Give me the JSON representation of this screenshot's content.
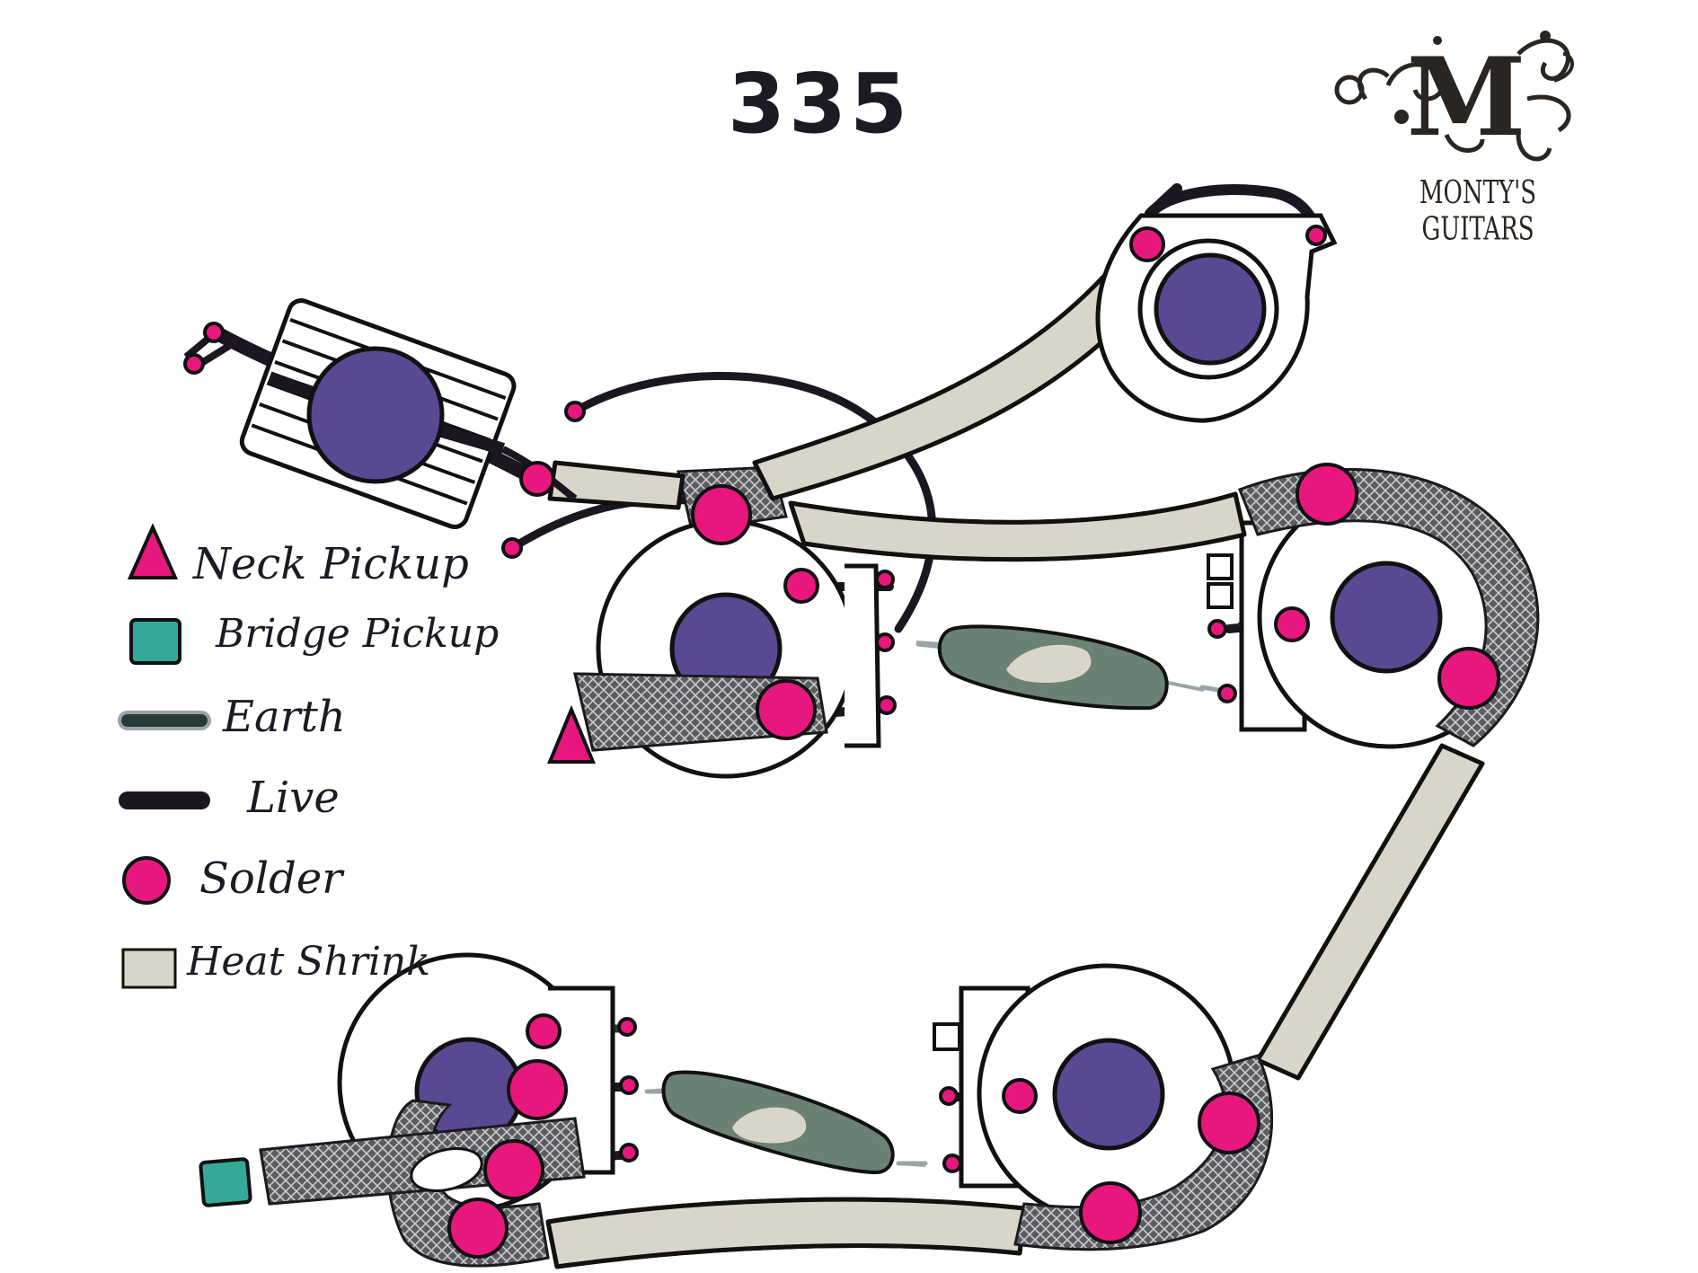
{
  "diagram": {
    "title": "335",
    "brand": {
      "logo_letter": "M",
      "name": "MONTY'S GUITARS"
    },
    "legend": [
      {
        "key": "neck",
        "label": "Neck Pickup",
        "symbol": "triangle",
        "color": "#e8177e"
      },
      {
        "key": "bridge",
        "label": "Bridge Pickup",
        "symbol": "square",
        "color": "#34a99a"
      },
      {
        "key": "earth",
        "label": "Earth",
        "symbol": "line",
        "color": "#263a3a"
      },
      {
        "key": "live",
        "label": "Live",
        "symbol": "line",
        "color": "#1b1620"
      },
      {
        "key": "solder",
        "label": "Solder",
        "symbol": "circle",
        "color": "#e8177e"
      },
      {
        "key": "heat",
        "label": "Heat Shrink",
        "symbol": "rect",
        "color": "#d9d5c9"
      }
    ],
    "components": [
      {
        "name": "pickup-selector-switch",
        "type": "toggle-switch"
      },
      {
        "name": "output-jack",
        "type": "jack"
      },
      {
        "name": "neck-volume-pot",
        "type": "potentiometer"
      },
      {
        "name": "neck-tone-pot",
        "type": "potentiometer"
      },
      {
        "name": "bridge-volume-pot",
        "type": "potentiometer"
      },
      {
        "name": "bridge-tone-pot",
        "type": "potentiometer"
      },
      {
        "name": "neck-tone-capacitor",
        "type": "capacitor"
      },
      {
        "name": "bridge-tone-capacitor",
        "type": "capacitor"
      }
    ],
    "colors": {
      "pot_knob": "#5b4893",
      "solder": "#e8177e",
      "heat_shrink": "#d9d5c9",
      "braid": "#3d3f44",
      "capacitor": "#6a8173",
      "outline": "#111111"
    }
  }
}
